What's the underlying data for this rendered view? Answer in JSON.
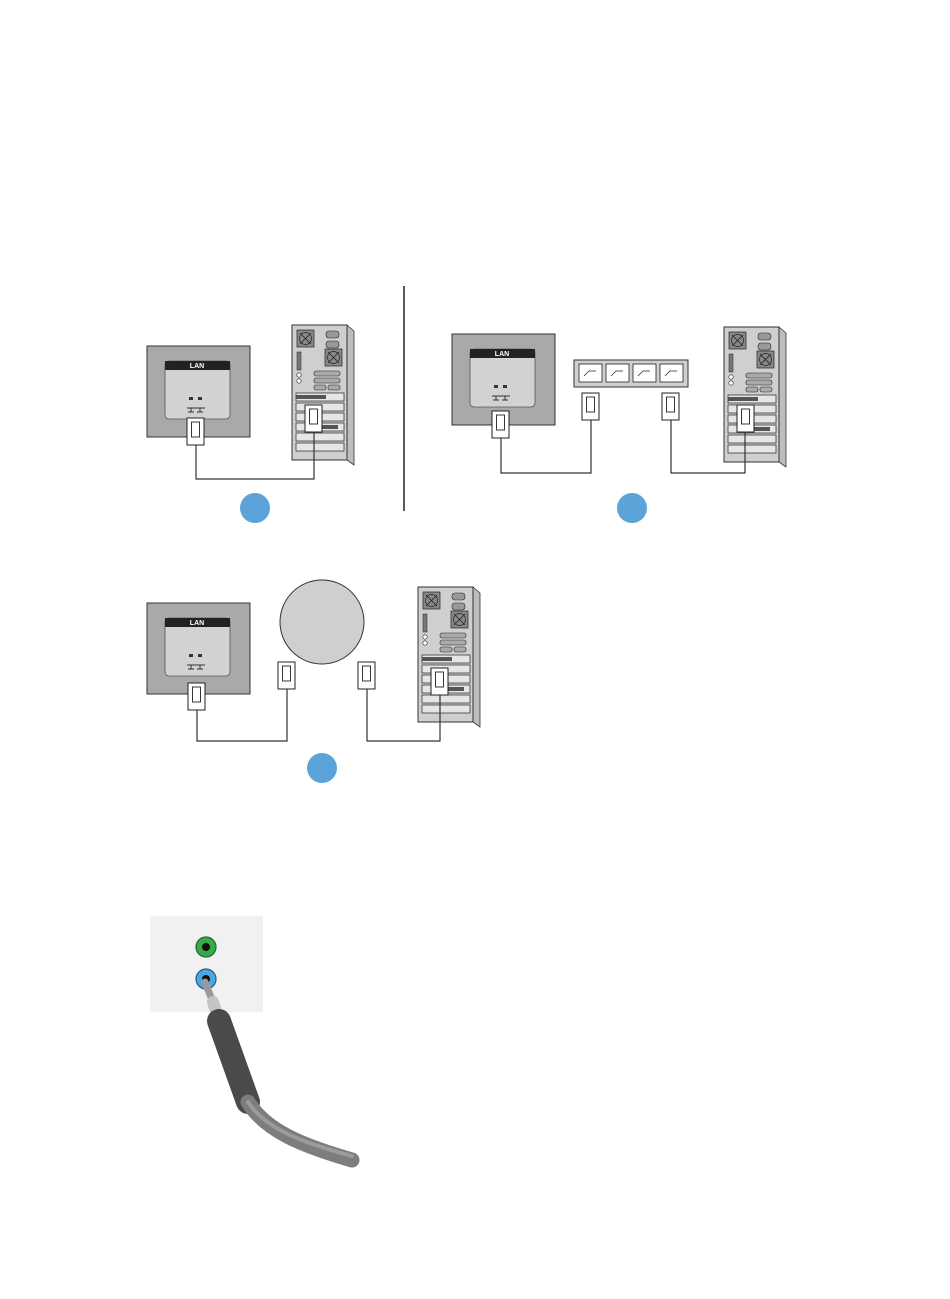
{
  "figure": {
    "diagrams": [
      {
        "id": "direct",
        "lan_label": "LAN",
        "devices": [
          "display",
          "pc"
        ],
        "marker_color": "#5ba3d8"
      },
      {
        "id": "hub",
        "lan_label": "LAN",
        "devices": [
          "display",
          "hub",
          "pc"
        ],
        "hub_ports": 4,
        "marker_color": "#5ba3d8"
      },
      {
        "id": "network",
        "lan_label": "LAN",
        "devices": [
          "display",
          "network-cloud",
          "pc"
        ],
        "marker_color": "#5ba3d8"
      }
    ],
    "audio": {
      "jacks": [
        "green",
        "blue"
      ],
      "jack_colors": {
        "green": "#39a84a",
        "blue": "#4aa8e0"
      }
    }
  }
}
